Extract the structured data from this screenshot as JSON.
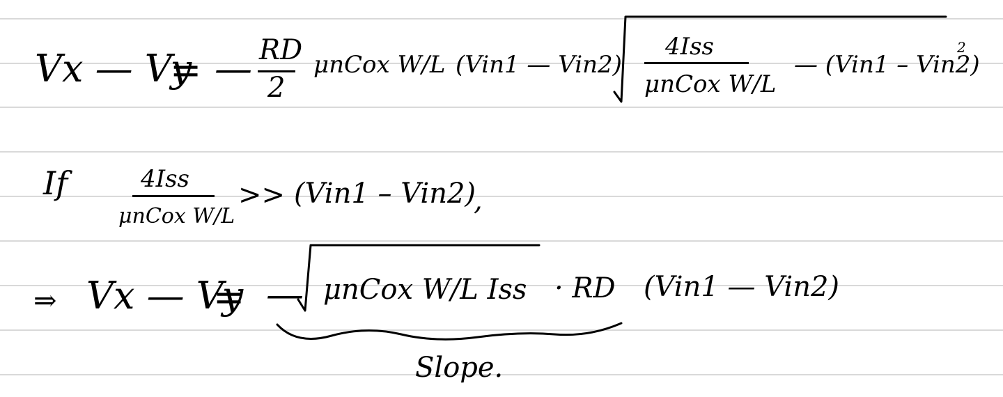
{
  "line1": {
    "lhs": "Vx — Vy",
    "equals": "=",
    "minus": "—",
    "coeff_num": "RD",
    "coeff_den": "2",
    "factor": "μnCox W/L",
    "diff_paren": "(Vin1 — Vin2)",
    "root_num": "4Iss",
    "root_den": "μnCox W/L",
    "root_tail": "— (Vin1 – Vin2)",
    "exponent": "2"
  },
  "line2": {
    "if": "If",
    "frac_num": "4Iss",
    "frac_den": "μnCox W/L",
    "relation": ">>",
    "rhs": "(Vin1 – Vin2)",
    "comma": ","
  },
  "line3": {
    "arrow": "⇒",
    "lhs": "Vx — Vy",
    "equals": "=",
    "minus": "—",
    "root_content": "μnCox W/L Iss",
    "dot_rd": "· RD",
    "diff_paren": "(Vin1 — Vin2)"
  },
  "annotation": {
    "slope_label": "Slope."
  }
}
